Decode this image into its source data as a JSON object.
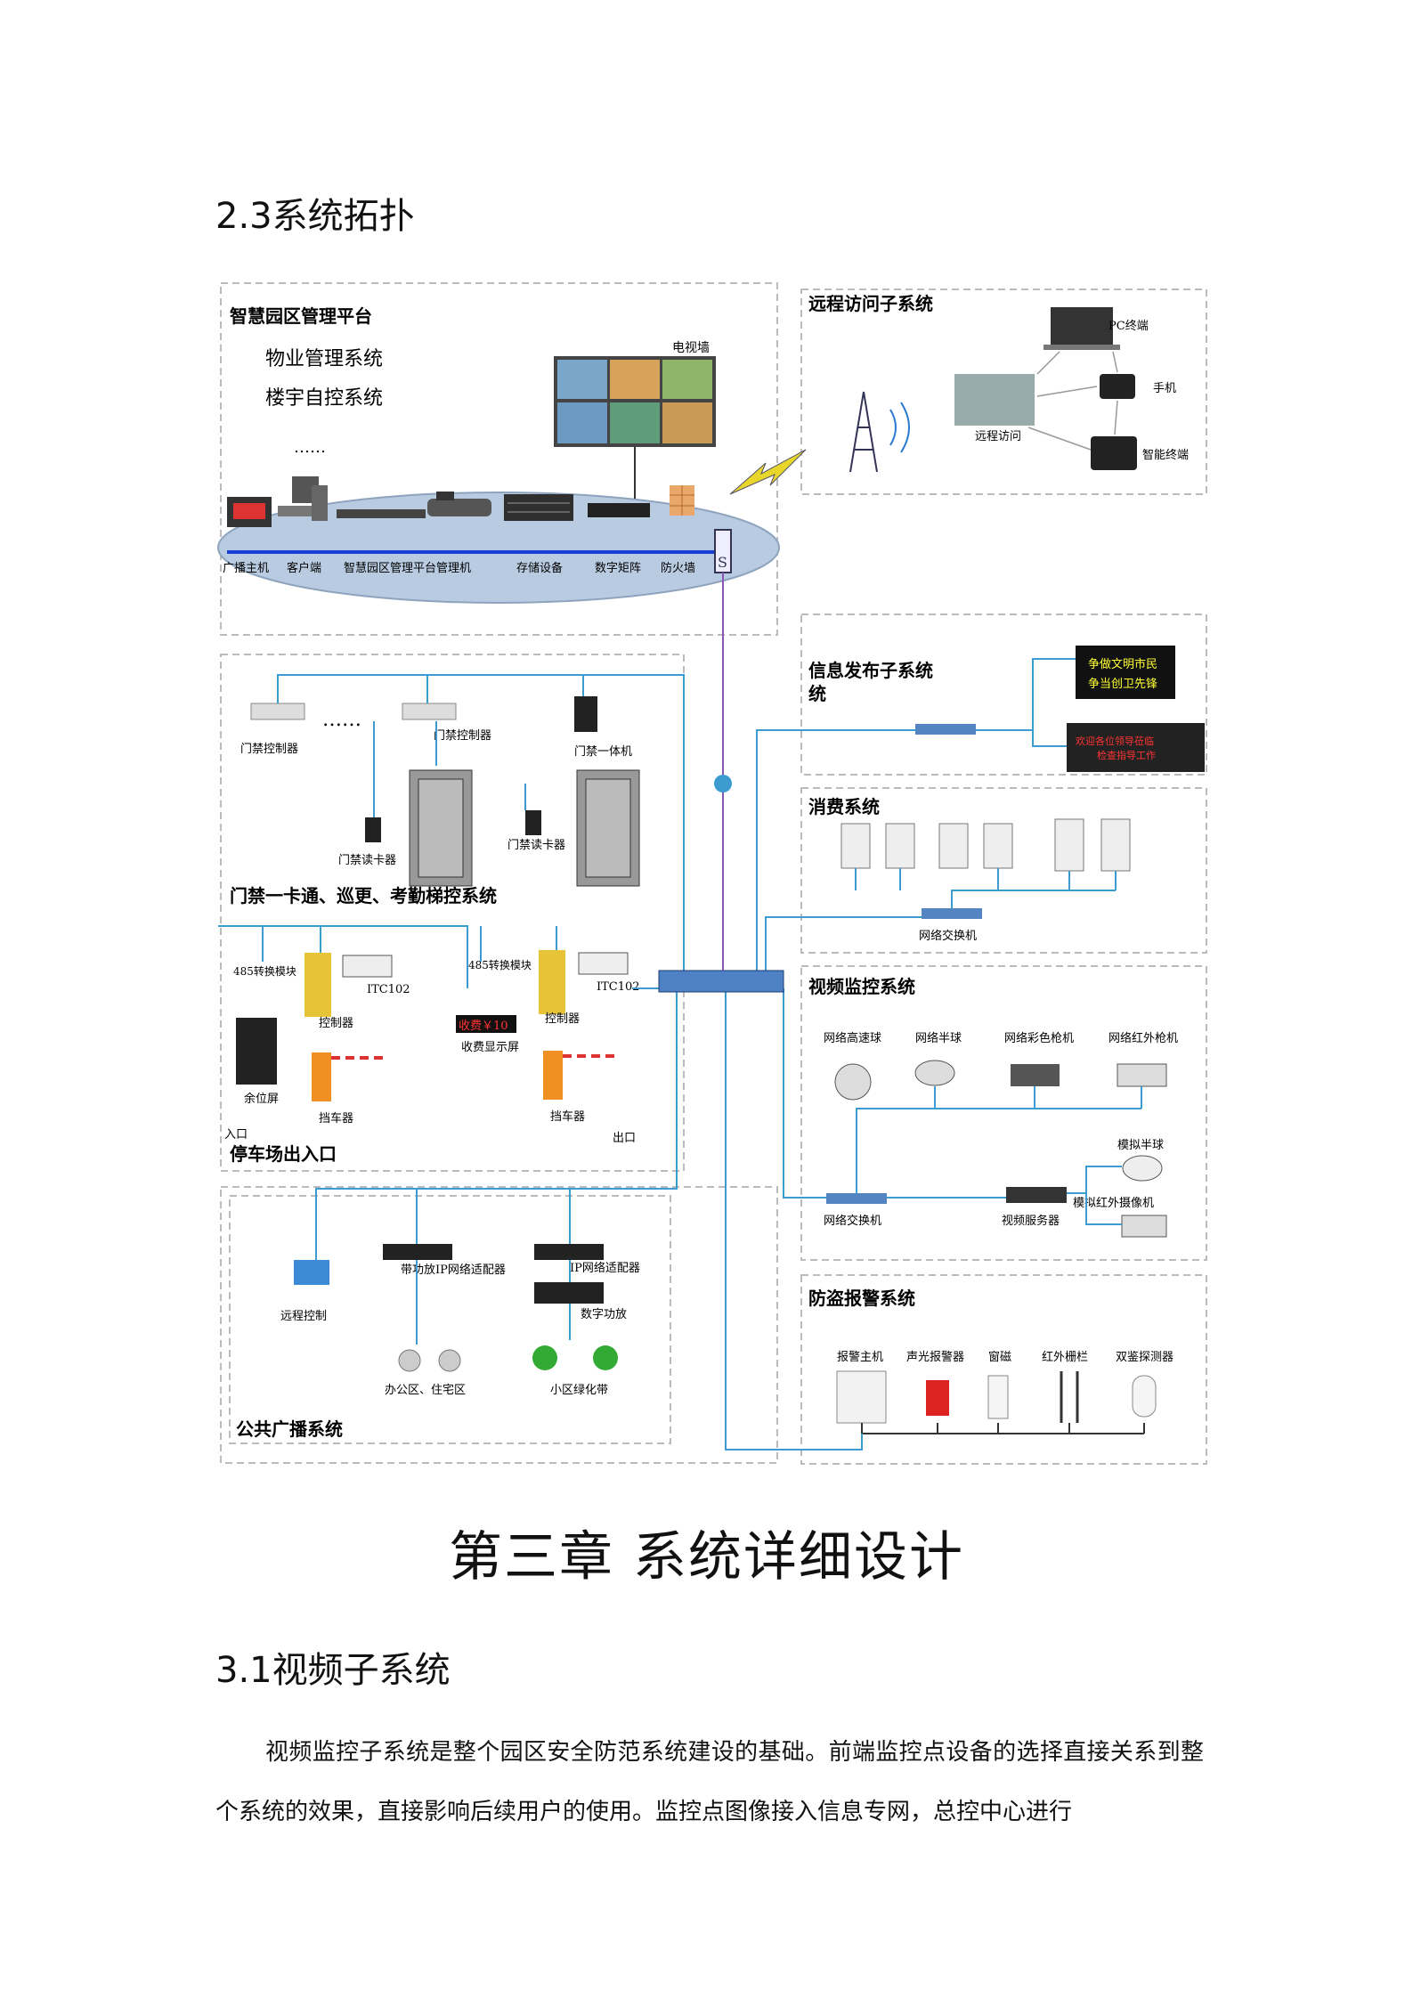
{
  "heading_topology": "2.3系统拓扑",
  "diagram": {
    "platform": {
      "title": "智慧园区管理平台",
      "lines": [
        "物业管理系统",
        "楼宇自控系统",
        "……"
      ],
      "tv_wall": "电视墙",
      "devices": [
        "广播主机",
        "客户端",
        "智慧园区管理平台",
        "管理机",
        "存储设备",
        "数字矩阵",
        "防火墙"
      ]
    },
    "remote": {
      "title": "远程访问子系统",
      "pc": "PC终端",
      "phone": "手机",
      "tablet": "智能终端",
      "remote_access": "远程访问"
    },
    "info": {
      "title": "信息发布子系统",
      "led1_line1": "争做文明市民",
      "led1_line2": "争当创卫先锋",
      "led2_line1": "欢迎各位领导莅临",
      "led2_line2": "检查指导工作"
    },
    "consume": {
      "title": "消费系统",
      "switch": "网络交换机"
    },
    "video": {
      "title": "视频监控系统",
      "cams": [
        "网络高速球",
        "网络半球",
        "网络彩色枪机",
        "网络红外枪机"
      ],
      "switch": "网络交换机",
      "server": "视频服务器",
      "analog_dome": "模拟半球",
      "analog_ir": "模拟红外摄像机"
    },
    "alarm": {
      "title": "防盗报警系统",
      "items": [
        "报警主机",
        "声光报警器",
        "窗磁",
        "红外栅栏",
        "双鉴探测器"
      ]
    },
    "access": {
      "title": "门禁一卡通、巡更、考勤梯控系统",
      "controller1": "门禁控制器",
      "dots": "……",
      "controller2": "门禁控制器",
      "allinone": "门禁一体机",
      "reader1": "门禁读卡器",
      "reader2": "门禁读卡器"
    },
    "parking": {
      "title": "停车场出入口",
      "module485": "485转换模块",
      "itc": "ITC102",
      "controller": "控制器",
      "barrier": "挡车器",
      "space_screen": "余位屏",
      "fee_display": "收费显示屏",
      "fee_led": "收费￥10",
      "entry": "入口",
      "exit": "出口"
    },
    "broadcast": {
      "title": "公共广播系统",
      "remote_control": "远程控制",
      "amp_ip": "带功放IP网络适配器",
      "ip_adapter": "IP网络适配器",
      "digital_amp": "数字功放",
      "office": "办公区、住宅区",
      "green": "小区绿化带"
    }
  },
  "chapter_title": "第三章   系统详细设计",
  "heading_video": "3.1视频子系统",
  "paragraph": "视频监控子系统是整个园区安全防范系统建设的基础。前端监控点设备的选择直接关系到整个系统的效果，直接影响后续用户的使用。监控点图像接入信息专网，总控中心进行",
  "colors": {
    "link": "#3c9bd0",
    "backbone": "#1a3fd6",
    "trunk": "#8a55b5",
    "ellipse": "#b9cbe0",
    "frame": "#bbbbbb"
  }
}
